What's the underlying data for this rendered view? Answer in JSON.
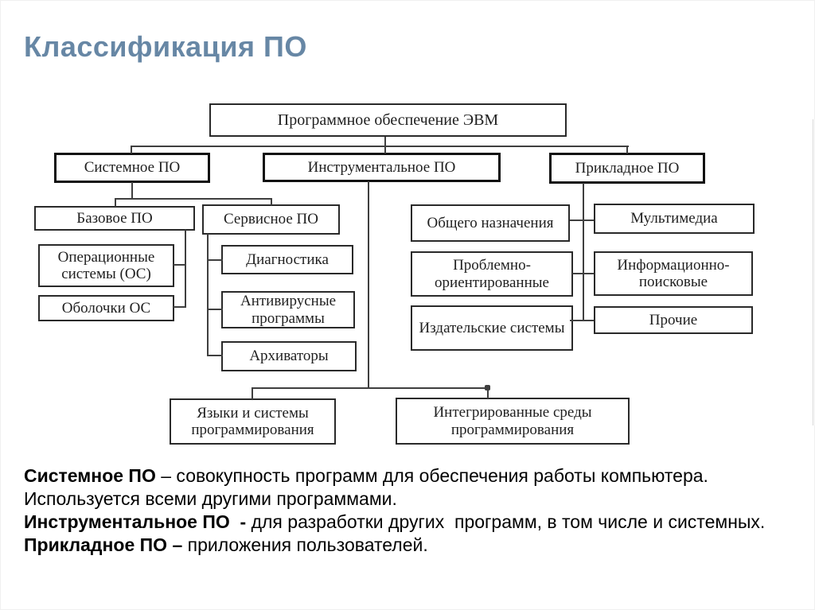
{
  "title": "Классификация ПО",
  "diagram": {
    "nodes": {
      "root": "Программное обеспечение ЭВМ",
      "system": "Системное ПО",
      "instrumental": "Инструментальное ПО",
      "applied": "Прикладное ПО",
      "base": "Базовое ПО",
      "service": "Сервисное ПО",
      "os": "Операционные системы (ОС)",
      "shells": "Оболочки ОС",
      "diagnostics": "Диагностика",
      "antivirus": "Антивирусные программы",
      "archivers": "Архиваторы",
      "languages": "Языки и системы программирования",
      "ide": "Интегрированные среды программирования",
      "general": "Общего назначения",
      "multimedia": "Мультимедиа",
      "problem": "Проблемно-ориентированные",
      "infosearch": "Информационно-поисковые",
      "publishing": "Издательские системы",
      "other": "Прочие"
    }
  },
  "notes": [
    {
      "bold": "Системное ПО",
      "rest": " – совокупность программ для обеспечения работы компьютера. Используется всеми другими программами."
    },
    {
      "bold": "Инструментальное ПО  -",
      "rest": " для разработки других  программ, в том числе и системных."
    },
    {
      "bold": "Прикладное ПО –",
      "rest": " приложения пользователей."
    }
  ],
  "colors": {
    "title_accent": "#6787a5",
    "ink": "#1f1f1f",
    "connector": "#3f3f3f"
  }
}
